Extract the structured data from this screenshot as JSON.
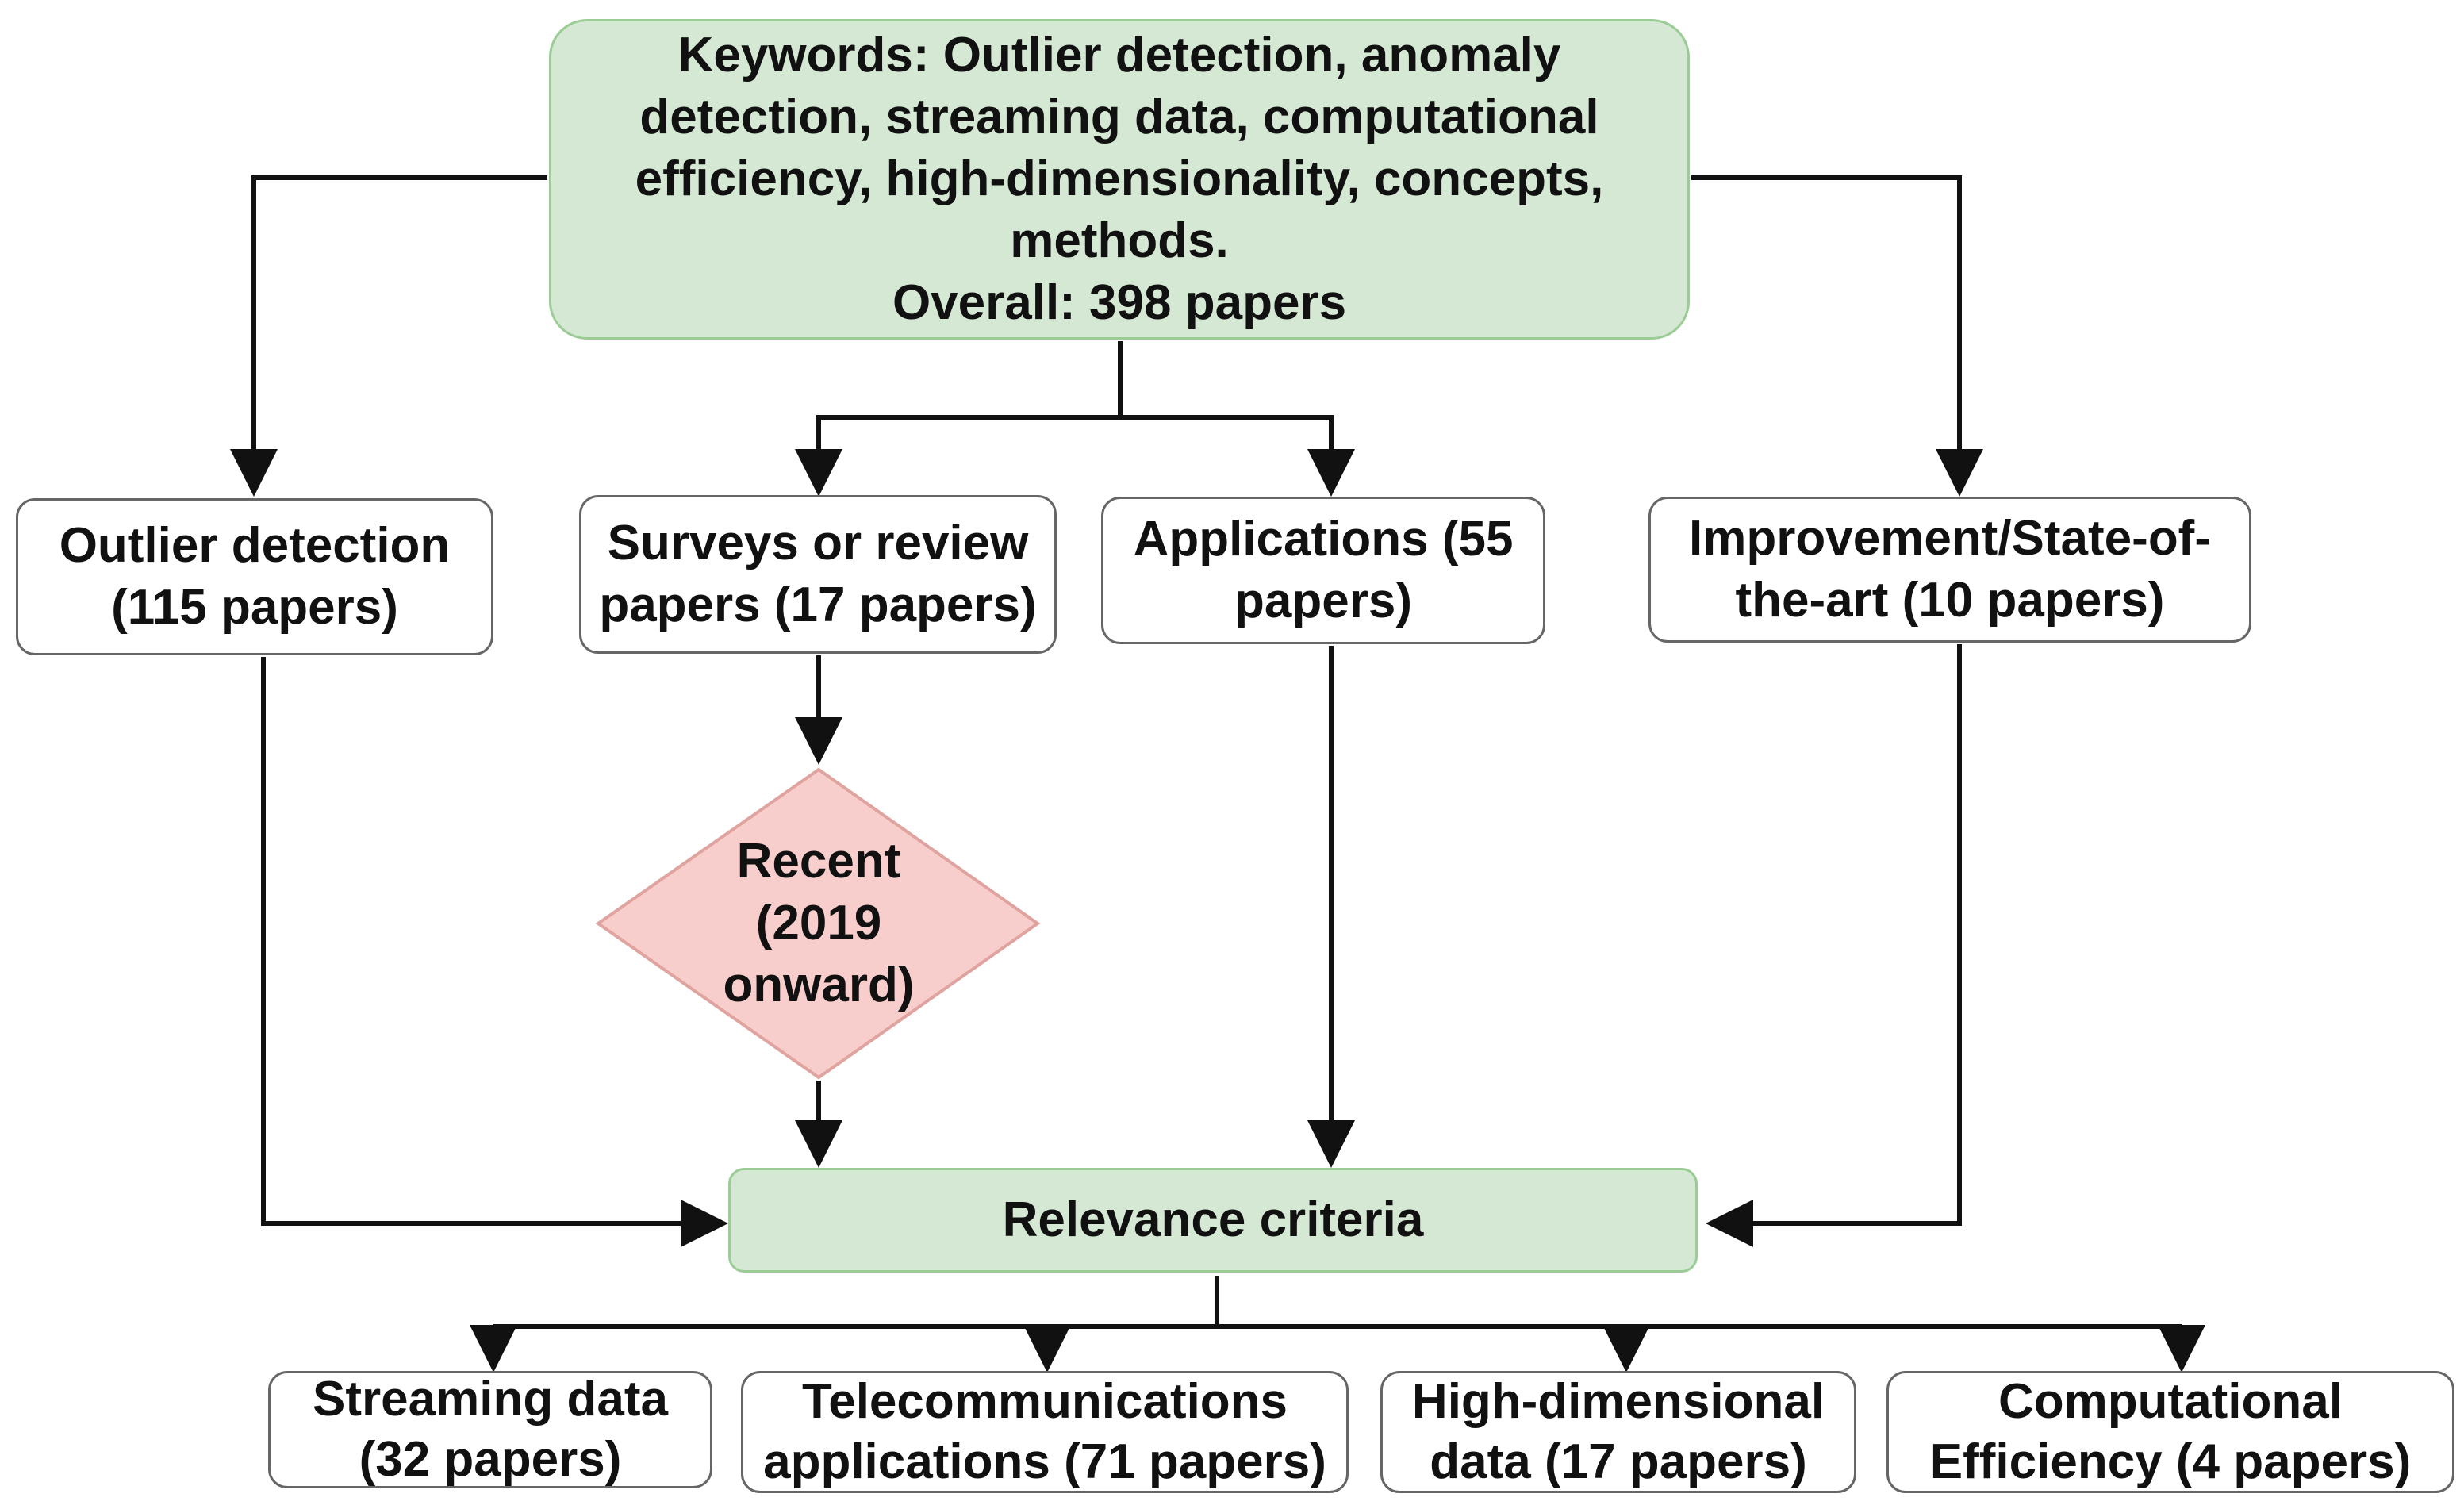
{
  "diagram": {
    "top": {
      "text": "Keywords: Outlier detection, anomaly detection, streaming data, computational efficiency, high-dimensionality, concepts, methods.",
      "overall": "Overall: 398 papers"
    },
    "categories": [
      {
        "label": "Outlier detection (115 papers)"
      },
      {
        "label": "Surveys or review papers (17 papers)"
      },
      {
        "label": "Applications (55 papers)"
      },
      {
        "label": "Improvement/State-of-the-art (10 papers)"
      }
    ],
    "decision": {
      "label": "Recent (2019 onward)"
    },
    "relevance": {
      "label": "Relevance criteria"
    },
    "outputs": [
      {
        "label": "Streaming data (32 papers)"
      },
      {
        "label": "Telecommunications applications (71 papers)"
      },
      {
        "label": "High-dimensional data (17 papers)"
      },
      {
        "label": "Computational Efficiency (4 papers)"
      }
    ],
    "colors": {
      "green_fill": "#d5e8d4",
      "green_stroke": "#9ccc96",
      "diamond_fill": "#f8cecc",
      "diamond_stroke": "#e0a4a0",
      "arrow": "#111111"
    }
  }
}
